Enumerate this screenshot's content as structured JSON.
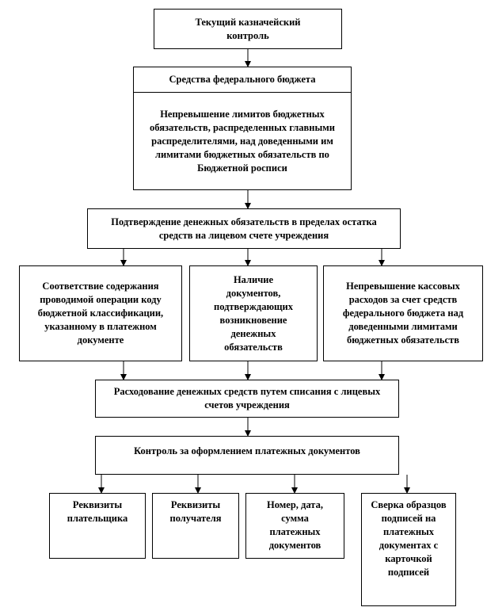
{
  "nodes": {
    "current_control": "Текущий казначейский контроль",
    "federal_funds": "Средства федерального бюджета",
    "limits_not_exceeded": "Непревышение лимитов бюджетных обязательств, распределенных главными распределителями, над доведенными им лимитами бюджетных обязательств по Бюджетной росписи",
    "confirmation": "Подтверждение денежных обязательств в пределах остатка средств на лицевом счете учреждения",
    "classification_match": "Соответствие содержания проводимой операции коду бюджетной классификации, указанному в платежном документе",
    "documents_presence": "Наличие документов, подтверждающих возникновение денежных обязательств",
    "cash_not_exceeded": "Непревышение кассовых расходов за счет средств федерального бюджета над доведенными лимитами бюджетных обязательств",
    "spending": "Расходование денежных средств путем списания с лицевых счетов учреждения",
    "payment_docs_control": "Контроль за оформлением платежных документов",
    "payer_details": "Реквизиты плательщика",
    "recipient_details": "Реквизиты получателя",
    "number_date_sum": "Номер, дата, сумма платежных документов",
    "signature_check": "Сверка образцов подписей на платежных документах с карточкой подписей"
  }
}
